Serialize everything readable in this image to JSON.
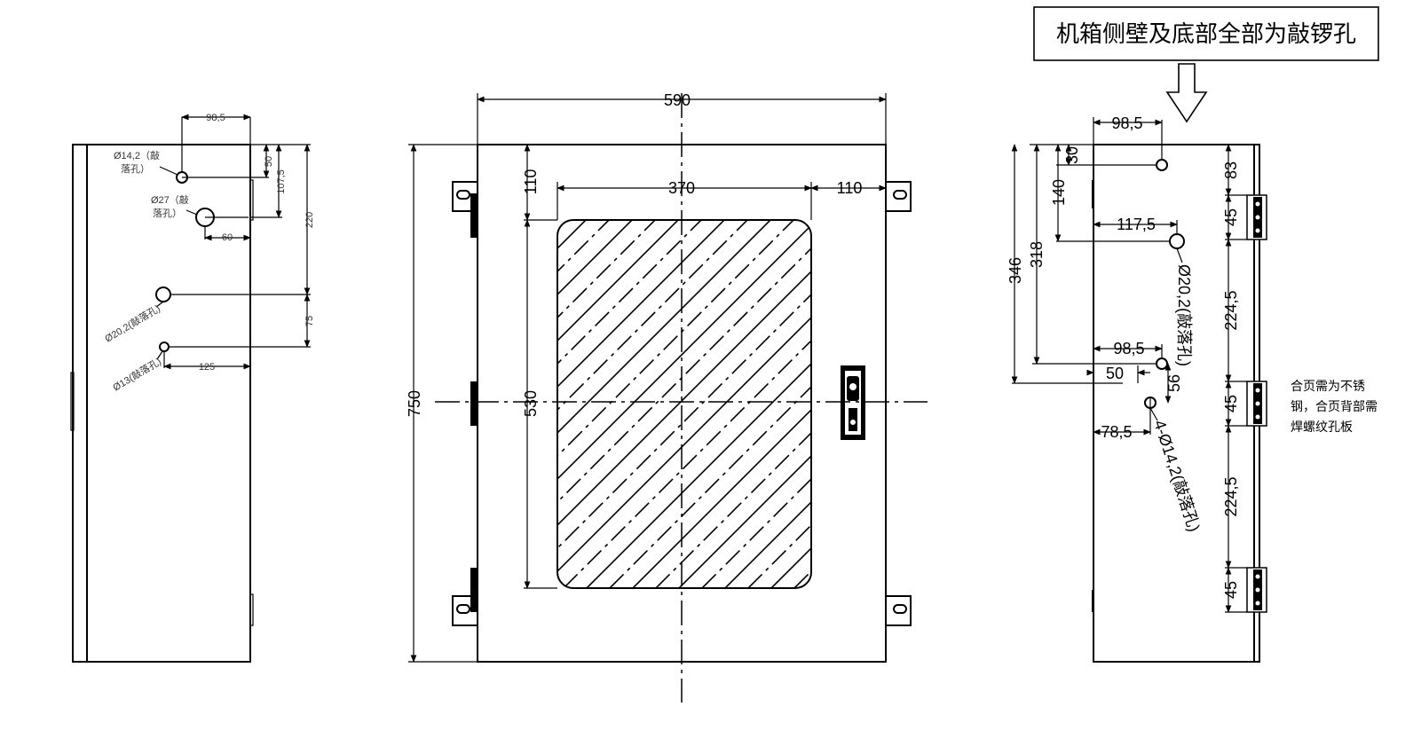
{
  "top_note": "机箱侧壁及底部全部为敲锣孔",
  "hinge_note": [
    "合页需为不锈",
    "钢，合页背部需",
    "焊螺纹孔板"
  ],
  "left_view": {
    "dims": [
      "98,5",
      "50",
      "107,5",
      "220",
      "60",
      "75",
      "125"
    ],
    "labels": [
      "Ø14,2（敲",
      "落孔）",
      "Ø27（敲",
      "落孔）",
      "Ø20,2(敲落孔)",
      "Ø13(敲落孔)"
    ]
  },
  "front_view": {
    "dims": [
      "590",
      "750",
      "110",
      "370",
      "110",
      "530"
    ]
  },
  "right_view": {
    "dims": [
      "98,5",
      "30",
      "140",
      "117,5",
      "318",
      "346",
      "98,5",
      "50",
      "56",
      "78,5",
      "83",
      "45",
      "224,5",
      "45",
      "224,5",
      "45"
    ],
    "labels": [
      "Ø20,2(敲落孔)",
      "4-Ø14,2(敲落孔)"
    ]
  }
}
